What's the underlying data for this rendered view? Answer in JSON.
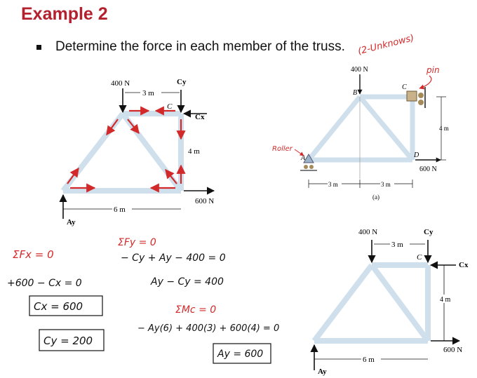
{
  "slide": {
    "title": "Example 2",
    "bullet": "Determine the force in each member of the truss."
  },
  "annotations": {
    "unknowns_note": "(2-Unknows)",
    "pin_note": "pin",
    "roller_note": "Roller"
  },
  "truss_left": {
    "load_top": "400 N",
    "reaction_cy": "Cy",
    "reaction_cx": "Cx",
    "joint_c": "C",
    "dim_3m": "3 m",
    "dim_4m": "4 m",
    "dim_6m": "6 m",
    "load_bottom": "600 N",
    "reaction_ay": "Ay"
  },
  "truss_figure_a": {
    "load_top": "400 N",
    "joint_b": "B",
    "joint_c": "C",
    "joint_a": "A",
    "joint_d": "D",
    "dim_4m": "4 m",
    "dim_3m_left": "3 m",
    "dim_3m_right": "3 m",
    "load_bottom": "600 N",
    "caption": "(a)"
  },
  "truss_bottom": {
    "load_top": "400 N",
    "reaction_cy": "Cy",
    "reaction_cx": "Cx",
    "joint_c": "C",
    "dim_3m": "3 m",
    "dim_4m": "4 m",
    "dim_6m": "6 m",
    "load_bottom": "600 N",
    "reaction_ay": "Ay"
  },
  "handwriting": {
    "sum_fx": "ΣFx = 0",
    "eq_fx": "+600 − Cx = 0",
    "result_cx": "Cx = 600",
    "sum_fy": "ΣFy = 0",
    "eq_fy": "− Cy + Ay − 400 = 0",
    "eq_fy2": "Ay − Cy = 400",
    "sum_mc": "ΣMc = 0",
    "eq_mc": "− Ay(6) + 400(3) + 600(4) = 0",
    "result_ay": "Ay = 600",
    "result_cy": "Cy = 200"
  },
  "colors": {
    "title_red": "#b3202e",
    "member_blue": "#cfe0ec",
    "annotation_red": "#d22a2a",
    "ink": "#111111"
  }
}
